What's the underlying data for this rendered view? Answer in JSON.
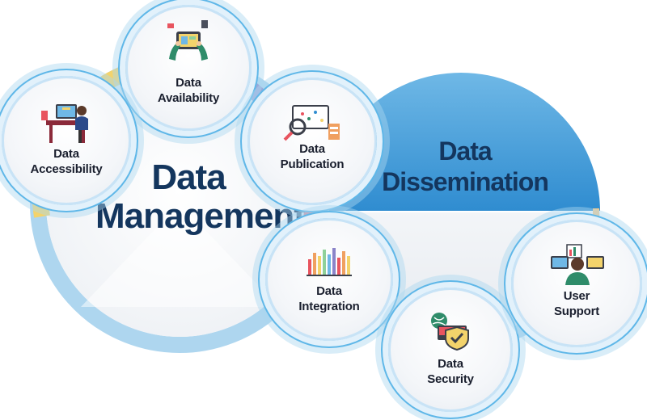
{
  "management": {
    "line1": "Data",
    "line2": "Management"
  },
  "dissemination": {
    "line1": "Data",
    "line2": "Dissemination"
  },
  "nodes": {
    "availability": {
      "line1": "Data",
      "line2": "Availability",
      "icon": "tablet-hands-icon"
    },
    "accessibility": {
      "line1": "Data",
      "line2": "Accessibility",
      "icon": "desk-worker-icon"
    },
    "publication": {
      "line1": "Data",
      "line2": "Publication",
      "icon": "magnifier-board-icon"
    },
    "integration": {
      "line1": "Data",
      "line2": "Integration",
      "icon": "bar-chart-icon"
    },
    "security": {
      "line1": "Data",
      "line2": "Security",
      "icon": "shield-lock-icon"
    },
    "support": {
      "line1": "User",
      "line2": "Support",
      "icon": "support-agent-icon"
    }
  },
  "colors": {
    "ring": "#aed6ef",
    "dissemination_fill": "#4a9fd6",
    "title_text": "#14365e",
    "accent_yellow": "#f3d36b",
    "accent_purple": "#8b84c9",
    "accent_red": "#e8545f",
    "accent_green": "#8fd19a",
    "accent_orange": "#f0a060"
  }
}
